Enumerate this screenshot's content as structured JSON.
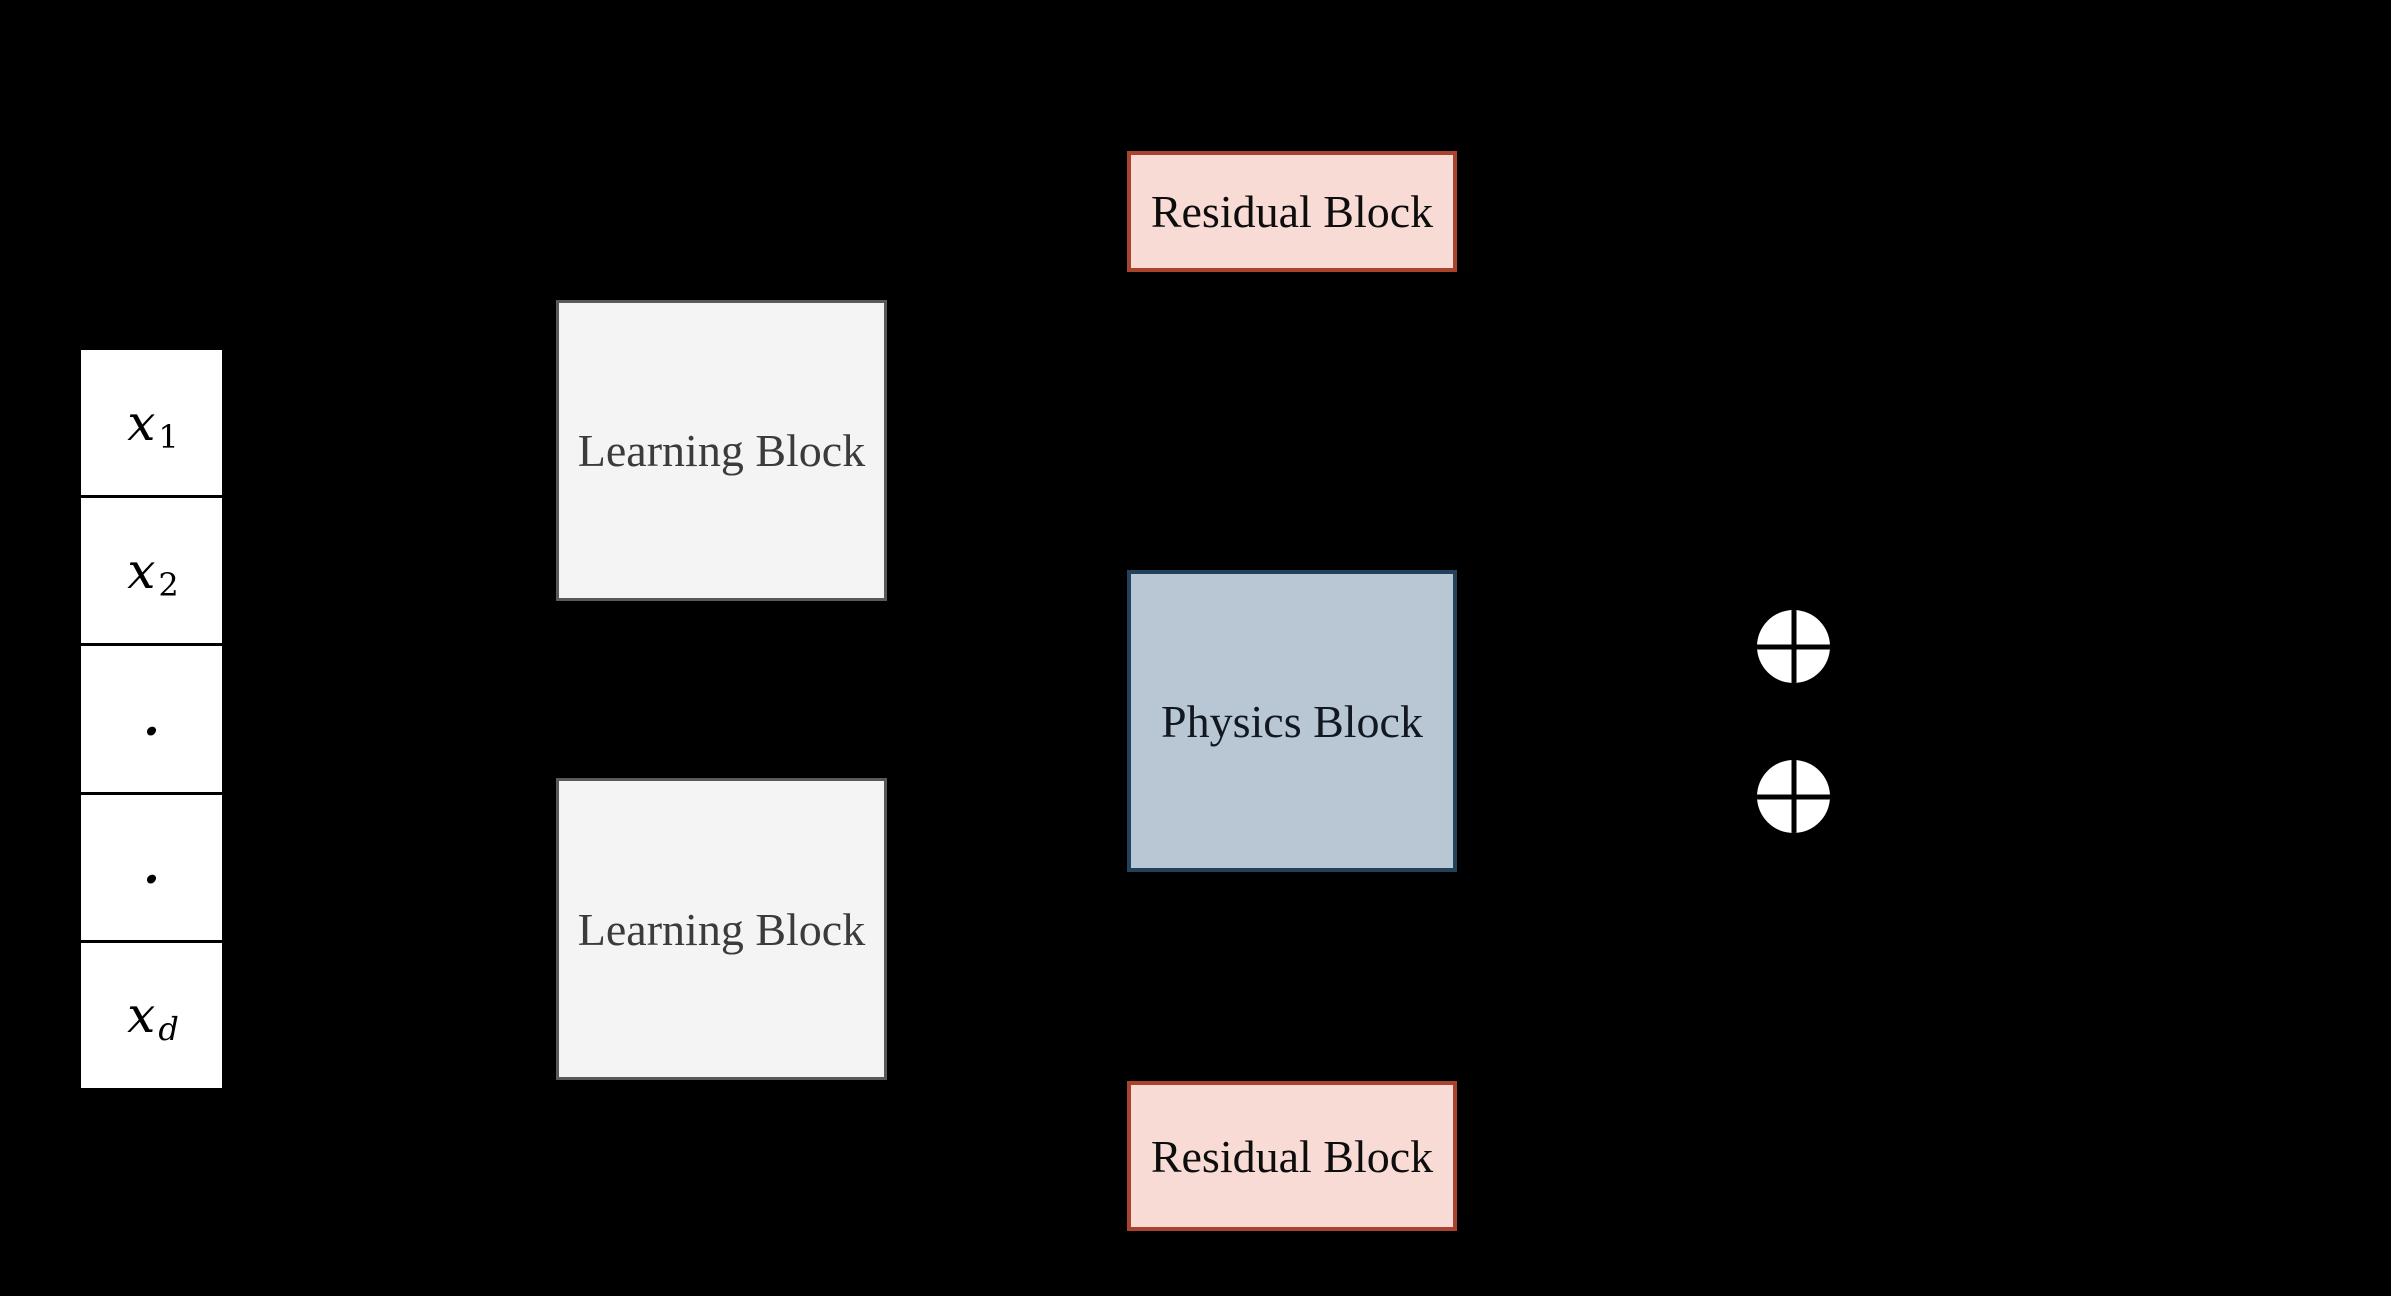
{
  "colors": {
    "background": "#000000",
    "vector_fill": "#ffffff",
    "vector_border": "#000000",
    "vector_text": "#000000",
    "learning_fill": "#f4f4f4",
    "learning_border": "#595959",
    "learning_text": "#3b3b3b",
    "physics_fill": "#b9c7d4",
    "physics_border": "#24415c",
    "physics_text": "#111821",
    "residual_fill": "#f9dbd5",
    "residual_border": "#a8432e",
    "residual_text": "#0d0d0d",
    "oplus_fill": "#ffffff",
    "oplus_cross": "#000000"
  },
  "vector": {
    "cells": [
      {
        "base": "x",
        "sub": "1"
      },
      {
        "base": "x",
        "sub": "2"
      },
      {
        "base": ".",
        "sub": ""
      },
      {
        "base": ".",
        "sub": ""
      },
      {
        "base": "x",
        "sub": "d"
      }
    ]
  },
  "blocks": {
    "learning_top": "Learning Block",
    "learning_bottom": "Learning Block",
    "physics": "Physics Block",
    "residual_top": "Residual Block",
    "residual_bottom": "Residual Block"
  },
  "operators": {
    "sum_top": "oplus",
    "sum_bottom": "oplus"
  }
}
